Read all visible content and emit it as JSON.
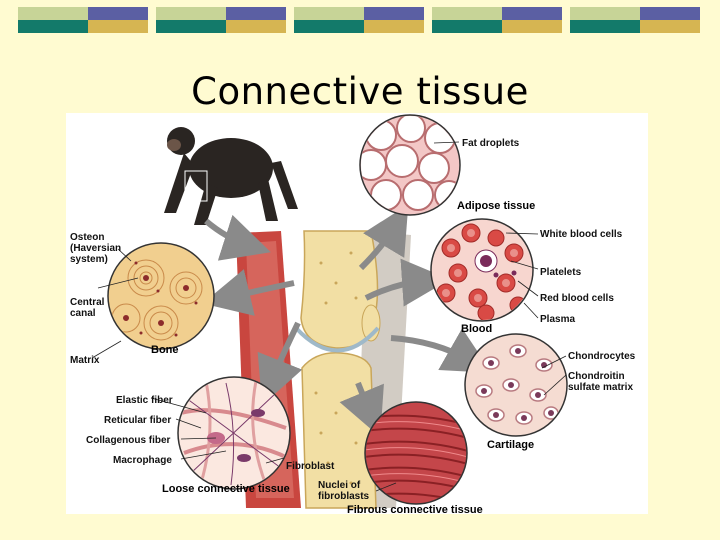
{
  "slide": {
    "title": "Connective tissue",
    "accent_colors": [
      "#c7d497",
      "#5b5fa3",
      "#137a6a",
      "#d6b552"
    ]
  },
  "figure": {
    "labels": {
      "fat_droplets": "Fat droplets",
      "adipose_tissue": "Adipose tissue",
      "white_blood_cells": "White blood cells",
      "platelets": "Platelets",
      "red_blood_cells": "Red blood cells",
      "plasma": "Plasma",
      "blood": "Blood",
      "chondrocytes": "Chondrocytes",
      "chondroitin_1": "Chondroitin",
      "chondroitin_2": "sulfate matrix",
      "cartilage": "Cartilage",
      "osteon_1": "Osteon",
      "osteon_2": "(Haversian",
      "osteon_3": "system)",
      "central_canal_1": "Central",
      "central_canal_2": "canal",
      "matrix": "Matrix",
      "bone": "Bone",
      "elastic_fiber": "Elastic fiber",
      "reticular_fiber": "Reticular fiber",
      "collagenous_fiber": "Collagenous fiber",
      "macrophage": "Macrophage",
      "fibroblast": "Fibroblast",
      "loose_connective_tissue": "Loose connective tissue",
      "nuclei_1": "Nuclei of",
      "nuclei_2": "fibroblasts",
      "fibrous_connective_tissue": "Fibrous connective tissue"
    }
  }
}
